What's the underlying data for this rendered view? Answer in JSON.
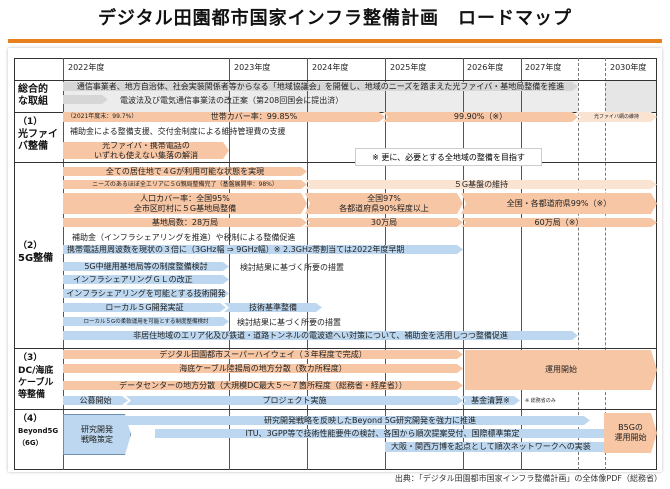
{
  "title": "デジタル田園都市国家インフラ整備計画　ロードマップ",
  "years": [
    "2022年度",
    "2023年度",
    "2024年度",
    "2025年度",
    "2026年度",
    "2027年度",
    "2030年度"
  ],
  "sections": {
    "general": {
      "label": "総合的\nな取組",
      "bars": [
        "通信事業者、地方自治体、社会実装関係者等からなる「地域協議会」を開催し、地域のニーズを踏まえた光ファイバ・基地局整備を推進",
        "電波法及び電気通信事業法の改正案（第208回国会に提出済）"
      ]
    },
    "fiber": {
      "num": "（1）",
      "label": "光ファイ\nバ整備",
      "baseline": "（2021年度末：99.7%）",
      "coverage": "世帯カバー率：99.85%",
      "coverage2": "99.90%（※）",
      "maintain": "光ファイバ網の維持",
      "support": "補助金による整備支援、交付金制度による維持管理費の支援",
      "village": "光ファイバ・携帯電話の\nいずれも使えない集落の解消",
      "note": "※ 更に、必要とする全地域の整備を目指す"
    },
    "g5": {
      "num": "（2）",
      "label": "5G整備",
      "bars": {
        "lte": "全ての居住地で４Gが利用可能な状態を実現",
        "needs": "ニーズのあるほぼ全エリアに５G親局整備完了（基盤展開率：98%）",
        "base_maint": "５G基盤の維持",
        "pop1": "人口カバー率：全国95%\n全市区町村に５G基地局整備",
        "pop2": "全国97%\n各都道府県90%程度以上",
        "pop3": "全国・各都道府県99%（※）",
        "st1": "基地局数：28万局",
        "st2": "30万局",
        "st3": "60万局（※）",
        "subsidy": "補助金（インフラシェアリングを推進）や税制による整備促進",
        "freq": "携帯電話用周波数を現状の３倍に（3GHz幅 ⇒ 9GHz幅）※ 2.3GHz帯割当ては2022年度早期",
        "relay": "5G中継用基地局等の制度整備検討",
        "relay_next": "検討結果に基づく所要の措置",
        "gl": "インフラシェアリングＧＬの改正",
        "tech": "インフラシェアリングを可能とする技術開発",
        "local": "ローカル５G開発実証",
        "local_next": "技術基準整備",
        "flex": "ローカル５Gの柔軟運用を可能とする制度整備検討",
        "flex_next": "検討結果に基づく所要の措置",
        "tunnel": "非居住地域のエリア化及び鉄道・道路トンネルの電波遮へい対策について、補助金を活用しつつ整備促進"
      }
    },
    "dc": {
      "num": "（3）",
      "label": "DC/海底\nケーブル\n等整備",
      "bars": {
        "highway": "デジタル田園都市スーパーハイウェイ（３年程度で完成）",
        "cable": "海底ケーブル陸揚局の地方分散（数カ所程度）",
        "datacenter": "データセンターの地方分散（大規模DC最大５～７箇所程度（総務省・経産省））",
        "operation": "運用開始",
        "public": "公募開始",
        "project": "プロジェクト実施",
        "fund": "基金清算※",
        "fund_note": "※ 総務省のみ"
      }
    },
    "b5g": {
      "num": "（4）",
      "label": "Beyond5G\n（6G）",
      "bars": {
        "strategy": "研究開発\n戦略策定",
        "rd": "研究開発戦略を反映したBeyond 5G研究開発を強力に推進",
        "itu": "ITU、3GPP等で技術性能要件の検討、各国から順次提案受付、国際標準策定",
        "expo": "大阪・関西万博を起点として順次ネットワークへの実装",
        "start": "B5Gの\n運用開始"
      }
    }
  },
  "source": "出典：「デジタル田園都市国家インフラ整備計画」の全体像PDF（総務省）",
  "colors": {
    "orange": "#f7c6a4",
    "blue": "#bcd7ef",
    "grey": "#d6d6d6",
    "accent": "#e8801e"
  }
}
